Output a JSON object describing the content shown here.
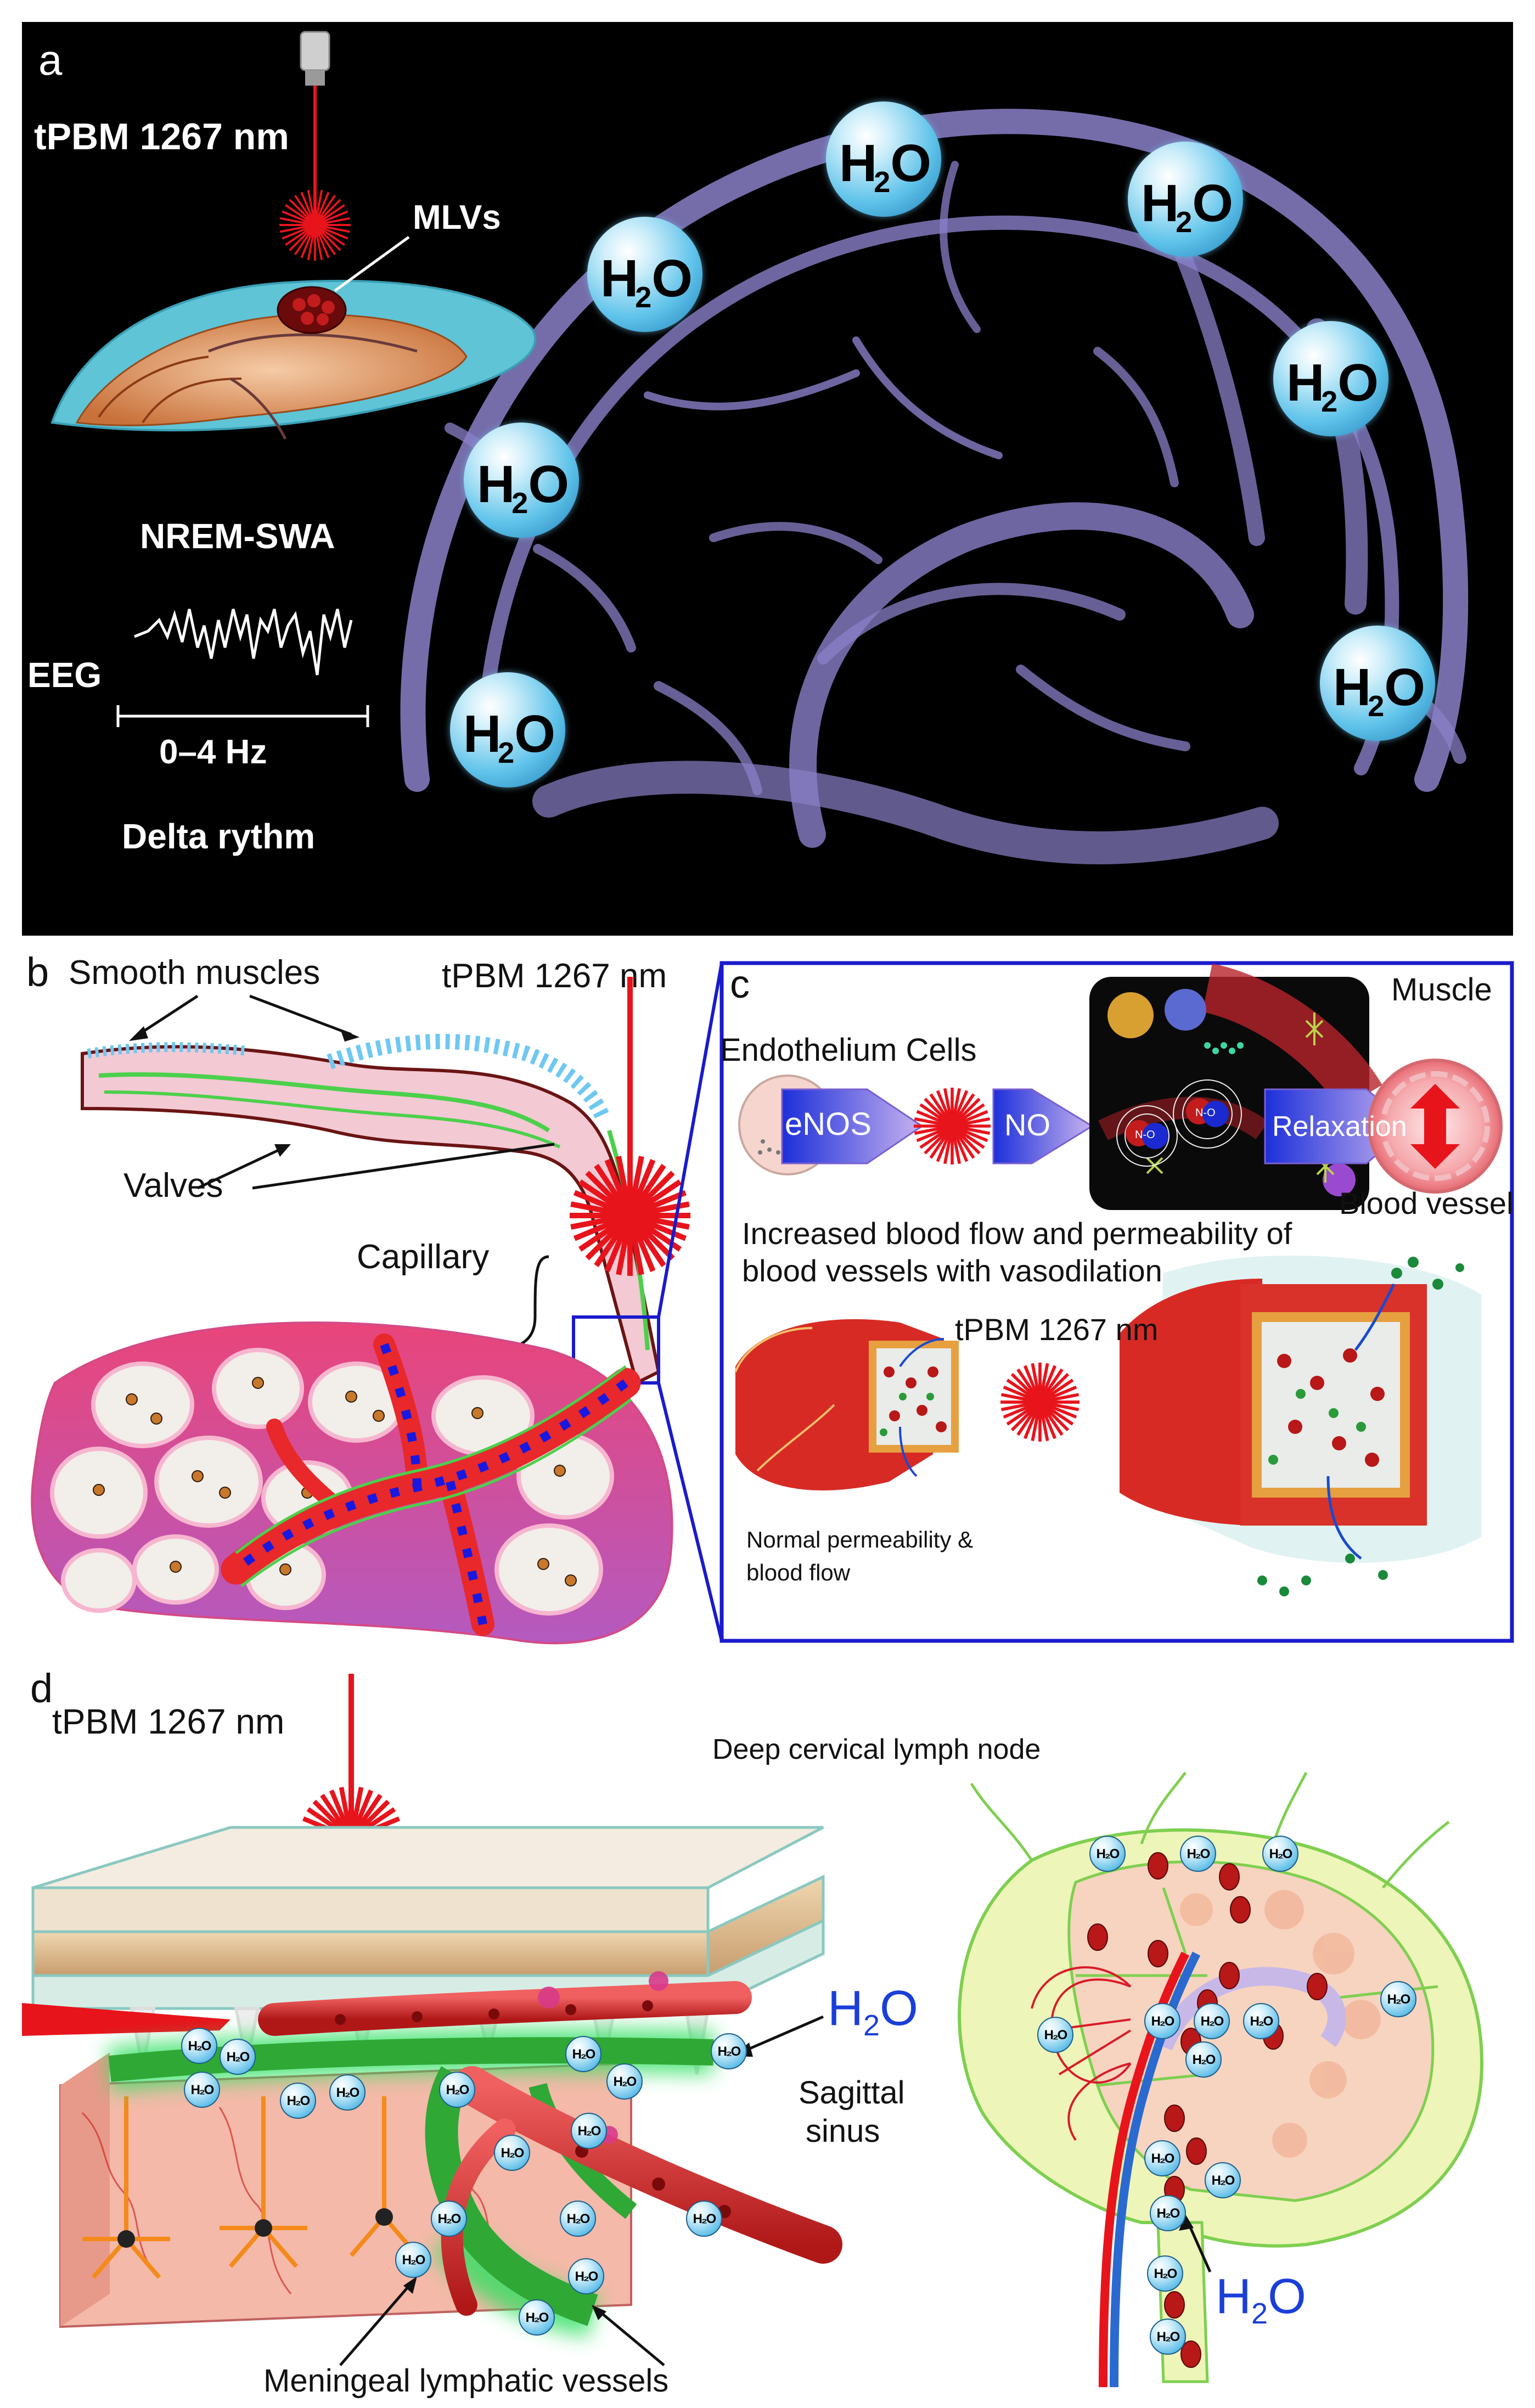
{
  "panel_a": {
    "letter": "a",
    "tpbm_label": "tPBM 1267 nm",
    "mlvs_label": "MLVs",
    "nrem_label": "NREM-SWA",
    "eeg_label": "EEG",
    "freq_label": "0–4 Hz",
    "delta_label": "Delta rythm",
    "water_label": "H2O"
  },
  "panel_b": {
    "letter": "b",
    "smooth_muscles_label": "Smooth muscles",
    "tpbm_label": "tPBM 1267 nm",
    "valves_label": "Valves",
    "capillary_label": "Capillary"
  },
  "panel_c": {
    "letter": "c",
    "endothelium_label": "Endothelium Cells",
    "enos_label": "eNOS",
    "no_label": "NO",
    "no_molecule_label": "N-O",
    "relaxation_label": "Relaxation",
    "muscle_label": "Muscle",
    "blood_vessel_label": "Blood vessel",
    "increased_line1": "Increased blood flow and permeability of",
    "increased_line2": "blood vessels with vasodilation",
    "tpbm_label": "tPBM 1267 nm",
    "normal_line1": "Normal permeability &",
    "normal_line2": "blood flow"
  },
  "panel_d": {
    "letter": "d",
    "tpbm_label": "tPBM 1267 nm",
    "lymph_node_label": "Deep cervical lymph node",
    "h2o_label": "H2O",
    "sagittal_line1": "Sagittal",
    "sagittal_line2": "sinus",
    "meningeal_label": "Meningeal lymphatic vessels",
    "water_label": "H2O"
  },
  "colors": {
    "panel_a_bg": "#000000",
    "vessel_purple": "#8a80c8",
    "laser_red": "#e8141c",
    "frame_blue": "#1a1acc",
    "h2o_blue": "#1a3fd8",
    "lymph_green": "#2fa836"
  }
}
